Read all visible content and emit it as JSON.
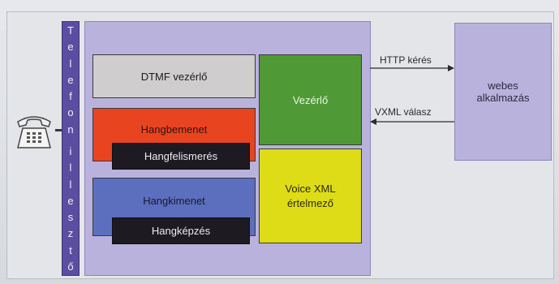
{
  "sidebar": {
    "letters": [
      "T",
      "e",
      "l",
      "e",
      "f",
      "o",
      "n",
      "",
      "i",
      "l",
      "l",
      "e",
      "s",
      "z",
      "t",
      "ő"
    ]
  },
  "boxes": {
    "dtmf": "DTMF vezérlő",
    "audio_input": "Hangbemenet",
    "speech_recognition": "Hangfelismerés",
    "audio_output": "Hangkimenet",
    "speech_synthesis": "Hangképzés",
    "controller": "Vezérlő",
    "vxml_interpreter_line1": "Voice XML",
    "vxml_interpreter_line2": "értelmező",
    "web_app_line1": "webes",
    "web_app_line2": "alkalmazás"
  },
  "arrows": {
    "http_request": "HTTP kérés",
    "vxml_response": "VXML válasz"
  },
  "colors": {
    "sidebar": "#5b4ea0",
    "panel": "#b9b2dc",
    "dtmf": "#cfcdcd",
    "audio_input": "#e8441f",
    "audio_output": "#5c6fbf",
    "controller": "#4f9a36",
    "vxml_interpreter": "#dedc17",
    "dark_box": "#1d1a22"
  },
  "icons": {
    "phone": "telephone-icon"
  }
}
